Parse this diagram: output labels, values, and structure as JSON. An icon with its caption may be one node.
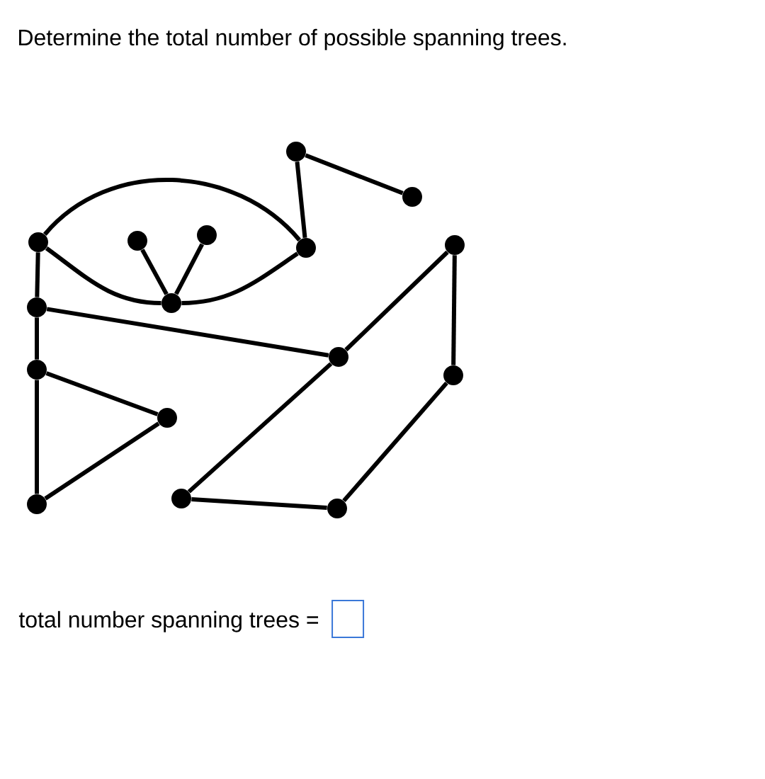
{
  "diagram": {
    "title": "Determine the total number of possible spanning trees.",
    "nodes": [
      {
        "text": [],
        "shape": "circle"
      },
      {
        "text": [],
        "shape": "circle"
      },
      {
        "text": [],
        "shape": "circle"
      },
      {
        "text": [],
        "shape": "circle"
      },
      {
        "text": [],
        "shape": "circle"
      },
      {
        "text": [],
        "shape": "circle"
      },
      {
        "text": [],
        "shape": "circle"
      },
      {
        "text": [],
        "shape": "circle"
      },
      {
        "text": [],
        "shape": "circle"
      },
      {
        "text": [],
        "shape": "circle"
      },
      {
        "text": [],
        "shape": "circle"
      },
      {
        "text": [],
        "shape": "circle"
      },
      {
        "text": [],
        "shape": "circle"
      },
      {
        "text": [],
        "shape": "circle"
      },
      {
        "text": [],
        "shape": "circle"
      },
      {
        "text": [],
        "shape": "circle"
      }
    ],
    "edges": [
      {
        "from": 0,
        "to": 1,
        "arrow": "none"
      },
      {
        "from": 0,
        "to": 5,
        "arrow": "none"
      },
      {
        "from": 2,
        "to": 5,
        "arrow": "none"
      },
      {
        "from": 2,
        "to": 6,
        "arrow": "none"
      },
      {
        "from": 6,
        "to": 5,
        "arrow": "none"
      },
      {
        "from": 3,
        "to": 6,
        "arrow": "none"
      },
      {
        "from": 4,
        "to": 6,
        "arrow": "none"
      },
      {
        "from": 2,
        "to": 7,
        "arrow": "none"
      },
      {
        "from": 7,
        "to": 12,
        "arrow": "none"
      },
      {
        "from": 7,
        "to": 8,
        "arrow": "none"
      },
      {
        "from": 8,
        "to": 9,
        "arrow": "none"
      },
      {
        "from": 8,
        "to": 10,
        "arrow": "none"
      },
      {
        "from": 9,
        "to": 10,
        "arrow": "none"
      },
      {
        "from": 12,
        "to": 11,
        "arrow": "none"
      },
      {
        "from": 11,
        "to": 13,
        "arrow": "none"
      },
      {
        "from": 12,
        "to": 14,
        "arrow": "none"
      },
      {
        "from": 14,
        "to": 15,
        "arrow": "none"
      },
      {
        "from": 15,
        "to": 13,
        "arrow": "none"
      }
    ],
    "labels": [
      "total number spanning trees ="
    ]
  }
}
